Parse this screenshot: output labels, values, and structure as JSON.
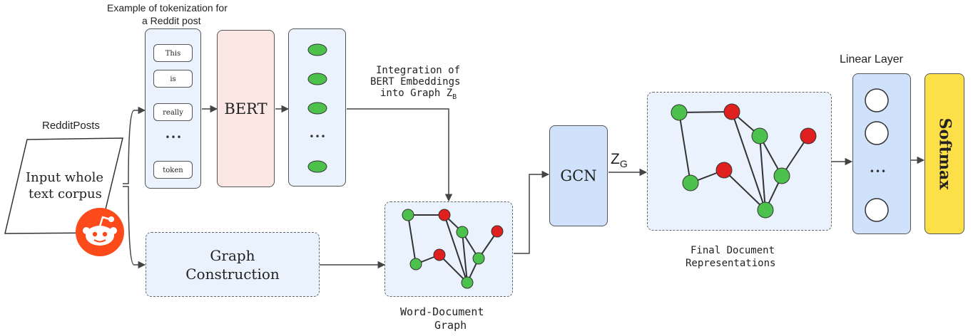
{
  "header": {
    "tokenization_caption_line1": "Example of tokenization for",
    "tokenization_caption_line2": "a Reddit post"
  },
  "input": {
    "posts_label": "RedditPosts",
    "corpus_line1": "Input whole",
    "corpus_line2": "text corpus",
    "logo_icon": "reddit-logo-icon"
  },
  "tokens": [
    "This",
    "is",
    "really",
    "•••",
    "token"
  ],
  "bert": {
    "label": "BERT"
  },
  "embeddings": {
    "ellipsis": "•••"
  },
  "integration": {
    "line1": "Integration of",
    "line2": "BERT Embeddings",
    "line3_prefix": "into Graph Z",
    "line3_sub": "B"
  },
  "graph_construction": {
    "line1": "Graph",
    "line2": "Construction"
  },
  "word_doc_graph": {
    "caption_line1": "Word-Document",
    "caption_line2": "Graph"
  },
  "gcn": {
    "label": "GCN",
    "output_prefix": "Z",
    "output_sub": "G"
  },
  "final": {
    "caption_line1": "Final Document",
    "caption_line2": "Representations"
  },
  "linear_layer": {
    "title": "Linear Layer",
    "ellipsis": "•••"
  },
  "softmax": {
    "label": "Softmax"
  },
  "colors": {
    "panel_blue": "#eaf2fd",
    "gcn_blue": "#cfe1fb",
    "bert_pink": "#fbe7e4",
    "softmax_yellow": "#fde047",
    "node_green": "#4cc24c",
    "node_red": "#e01f1f",
    "reddit_orange": "#fc4a1a"
  }
}
